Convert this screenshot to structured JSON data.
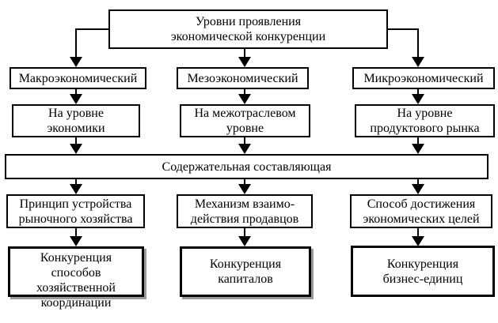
{
  "diagram": {
    "title": "Уровни проявления\nэкономической конкуренции",
    "content_bar": "Содержательная составляющая",
    "columns": [
      {
        "id": "macro",
        "level": "Макроэкономический",
        "scope": "На уровне\nэкономики",
        "aspect": "Принцип устройства\nрыночного хозяйства",
        "competition": "Конкуренция\nспособов\nхозяйственной\nкоординации"
      },
      {
        "id": "meso",
        "level": "Мезоэкономический",
        "scope": "На межотраслевом\nуровне",
        "aspect": "Механизм взаимо-\nдействия продавцов",
        "competition": "Конкуренция\nкапиталов"
      },
      {
        "id": "micro",
        "level": "Микроэкономический",
        "scope": "На уровне\nпродуктового рынка",
        "aspect": "Способ достижения\nэкономических целей",
        "competition": "Конкуренция\nбизнес-единиц"
      }
    ],
    "colors": {
      "border": "#000000",
      "background": "#ffffff",
      "shadow": "#9a9a9a"
    }
  }
}
